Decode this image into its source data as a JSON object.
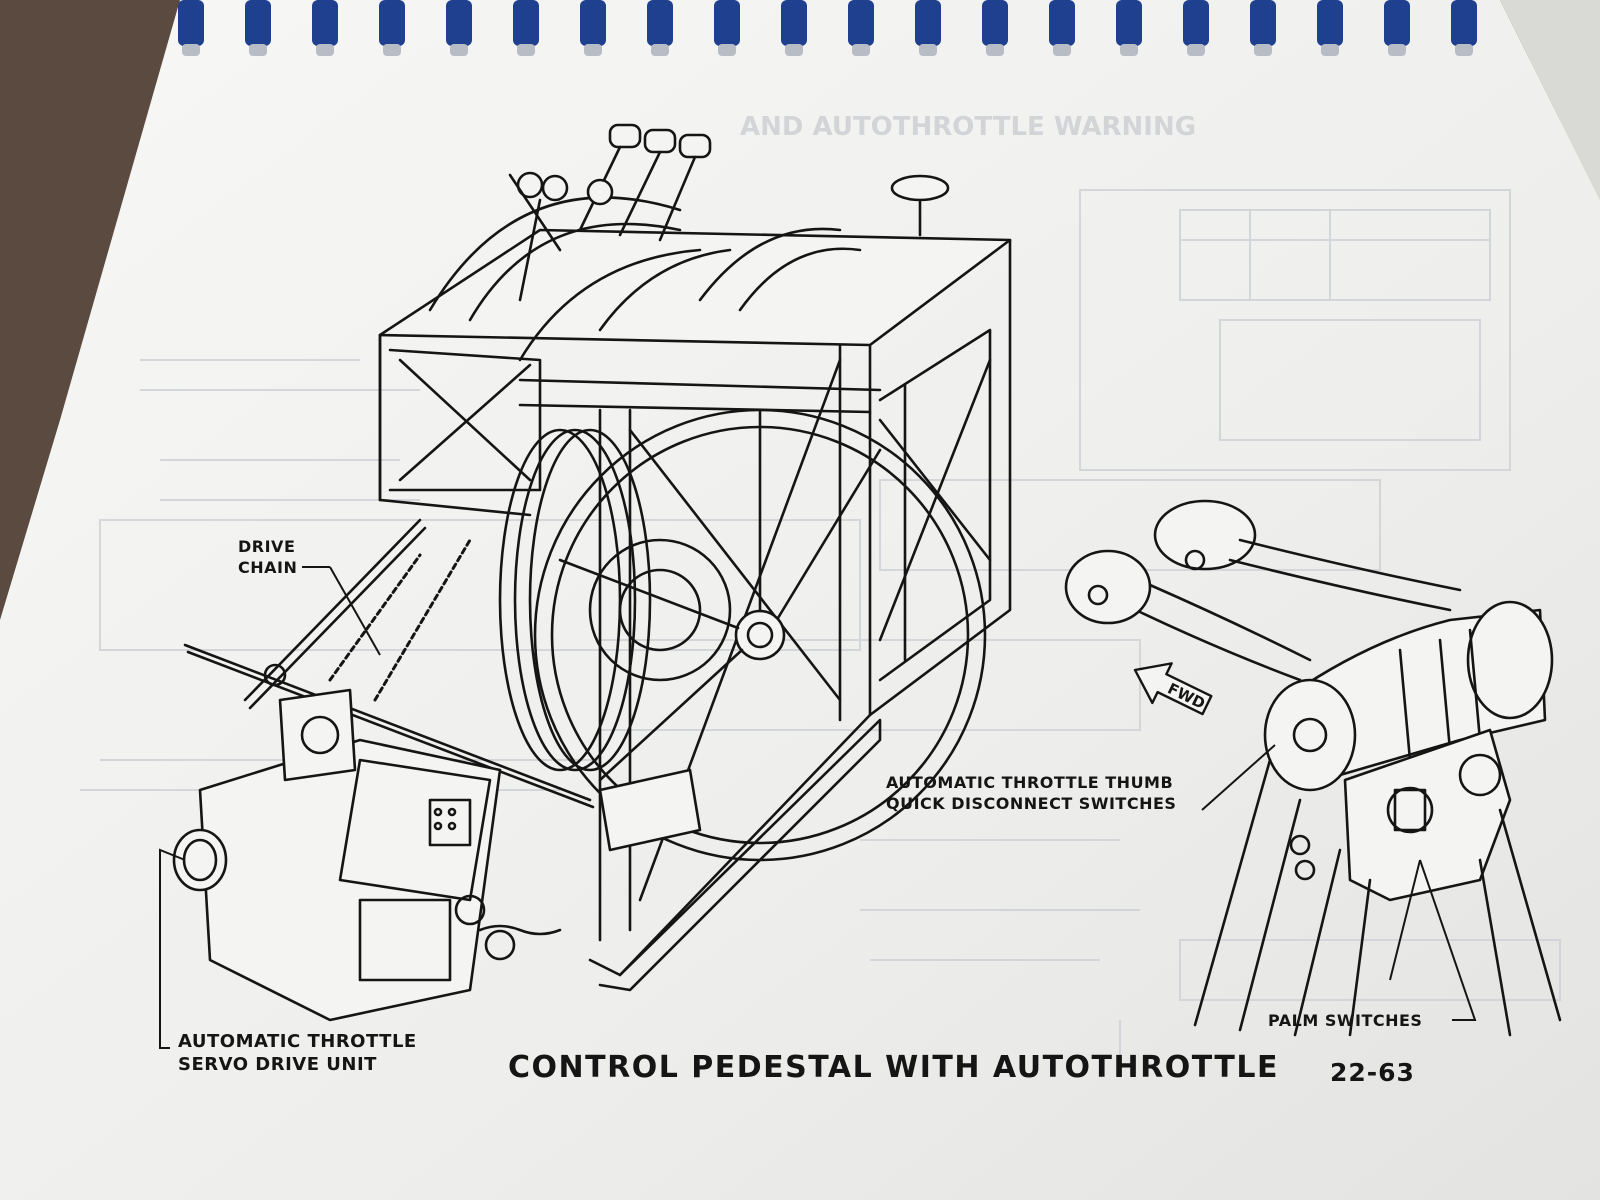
{
  "page": {
    "caption": "CONTROL PEDESTAL WITH AUTOTHROTTLE",
    "page_number": "22-63",
    "bleed_through_heading": "AND AUTOTHROTTLE WARNING"
  },
  "callouts": {
    "drive_chain": [
      "DRIVE",
      "CHAIN"
    ],
    "servo_drive_unit": [
      "AUTOMATIC THROTTLE",
      "SERVO DRIVE UNIT"
    ],
    "thumb_switches": [
      "AUTOMATIC THROTTLE THUMB",
      "QUICK DISCONNECT SWITCHES"
    ],
    "palm_switches": "PALM SWITCHES",
    "fwd_arrow": "FWD"
  },
  "colors": {
    "desk": "#5a4a3e",
    "paper": "#f4f4f2",
    "ink": "#151515",
    "binding": "#1f3f8f",
    "ghost_ink": "#c9cbd0"
  },
  "icons": {
    "binding": "spiral-binding-icon",
    "fwd": "fwd-arrow-icon"
  }
}
